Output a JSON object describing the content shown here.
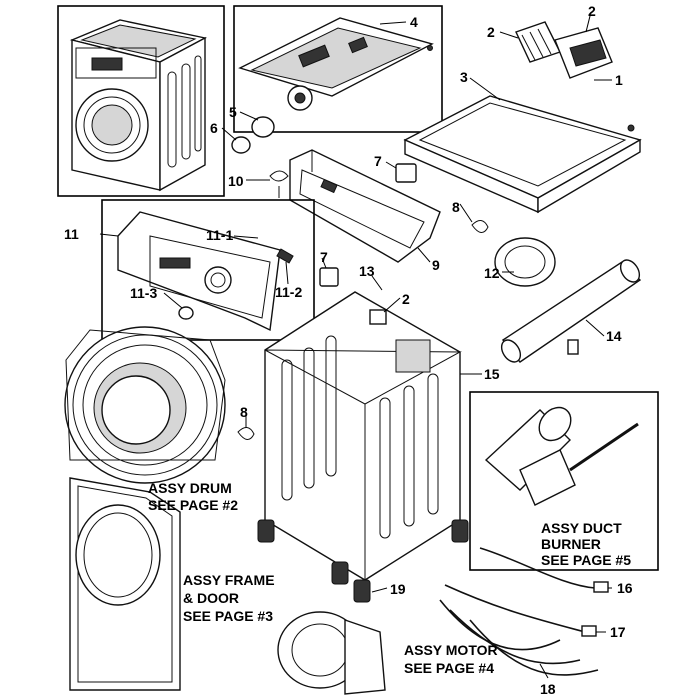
{
  "callouts": {
    "c1": "1",
    "c2a": "2",
    "c2b": "2",
    "c2c": "2",
    "c3": "3",
    "c4": "4",
    "c5": "5",
    "c6": "6",
    "c7a": "7",
    "c7b": "7",
    "c8a": "8",
    "c8b": "8",
    "c9": "9",
    "c10": "10",
    "c11": "11",
    "c11_1": "11-1",
    "c11_2": "11-2",
    "c11_3": "11-3",
    "c12": "12",
    "c13": "13",
    "c14": "14",
    "c15": "15",
    "c16": "16",
    "c17": "17",
    "c18": "18",
    "c19": "19"
  },
  "notes": {
    "drum_1": "ASSY DRUM",
    "drum_2": "SEE PAGE #2",
    "frame_1": "ASSY FRAME",
    "frame_2": "& DOOR",
    "frame_3": "SEE PAGE #3",
    "duct_1": "ASSY DUCT",
    "duct_2": "BURNER",
    "duct_3": "SEE PAGE #5",
    "motor_1": "ASSY MOTOR",
    "motor_2": "SEE PAGE #4"
  }
}
